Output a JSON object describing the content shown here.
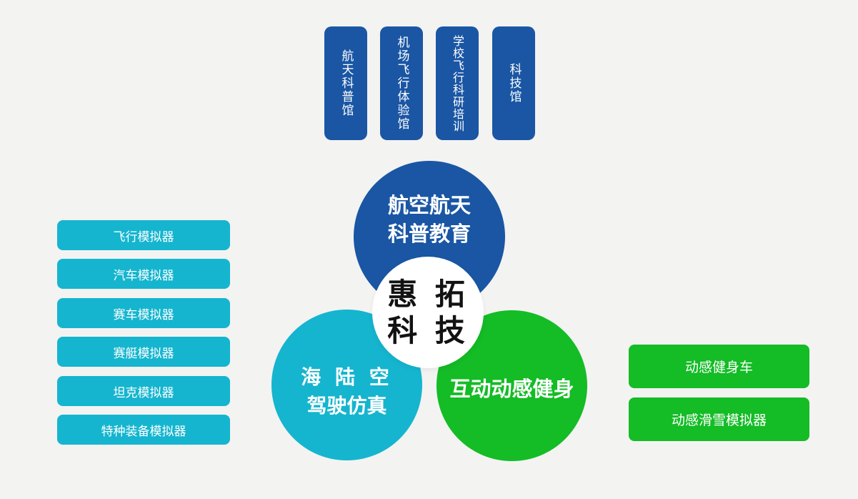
{
  "colors": {
    "dark_blue": "#1a56a4",
    "cyan": "#15b5cf",
    "green": "#14bc26",
    "bg": "#f3f3f2",
    "ink": "#121212"
  },
  "top_banners": [
    {
      "label": "航天科普馆"
    },
    {
      "label": "机场飞行体验馆"
    },
    {
      "label": "学校飞行科研培训"
    },
    {
      "label": "科技馆"
    }
  ],
  "diagram": {
    "aerospace_circle": {
      "line1": "航空航天",
      "line2": "科普教育"
    },
    "driving_circle": {
      "line1": "海 陆 空",
      "line2": "驾驶仿真"
    },
    "fitness_circle": {
      "line1": "互动动感健身"
    },
    "center_circle": {
      "line1": "惠 拓",
      "line2": "科 技"
    }
  },
  "driving_products": [
    {
      "label": "飞行模拟器"
    },
    {
      "label": "汽车模拟器"
    },
    {
      "label": "赛车模拟器"
    },
    {
      "label": "赛艇模拟器"
    },
    {
      "label": "坦克模拟器"
    },
    {
      "label": "特种装备模拟器"
    }
  ],
  "fitness_products": [
    {
      "label": "动感健身车"
    },
    {
      "label": "动感滑雪模拟器"
    }
  ]
}
